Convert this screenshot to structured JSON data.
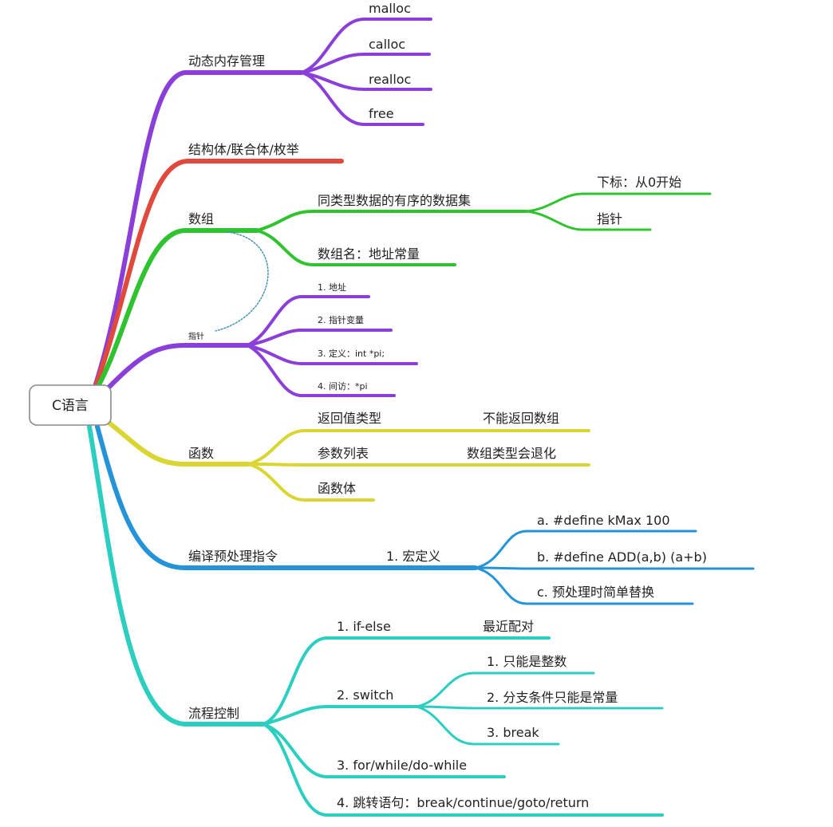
{
  "root": "C语言",
  "colors": {
    "memory": "#8b3fd9",
    "struct": "#df4a3c",
    "array": "#2fc42f",
    "pointer": "#8b3fd9",
    "function": "#d9d633",
    "preprocess": "#2593d8",
    "flow": "#2ccfbf"
  },
  "branches": {
    "memory": {
      "label": "动态内存管理",
      "children": [
        "malloc",
        "calloc",
        "realloc",
        "free"
      ]
    },
    "struct": {
      "label": "结构体/联合体/枚举"
    },
    "array": {
      "label": "数组",
      "child1": "同类型数据的有序的数据集",
      "child1_subs": [
        "下标：从0开始",
        "指针"
      ],
      "child2": "数组名：地址常量"
    },
    "pointer": {
      "label": "指针",
      "children": [
        "1. 地址",
        "2. 指针变量",
        "3. 定义：int *pi;",
        "4. 间访：*pi"
      ]
    },
    "function": {
      "label": "函数",
      "children": [
        "返回值类型",
        "参数列表",
        "函数体"
      ],
      "notes": [
        "不能返回数组",
        "数组类型会退化"
      ]
    },
    "preprocess": {
      "label": "编译预处理指令",
      "child": "1. 宏定义",
      "subs": [
        "a. #define kMax 100",
        "b. #define ADD(a,b) (a+b)",
        "c. 预处理时简单替换"
      ]
    },
    "flow": {
      "label": "流程控制",
      "ifelse": "1. if-else",
      "ifelse_note": "最近配对",
      "switch": "2. switch",
      "switch_subs": [
        "1. 只能是整数",
        "2. 分支条件只能是常量",
        "3. break"
      ],
      "loop": "3. for/while/do-while",
      "jump": "4. 跳转语句：break/continue/goto/return"
    }
  }
}
